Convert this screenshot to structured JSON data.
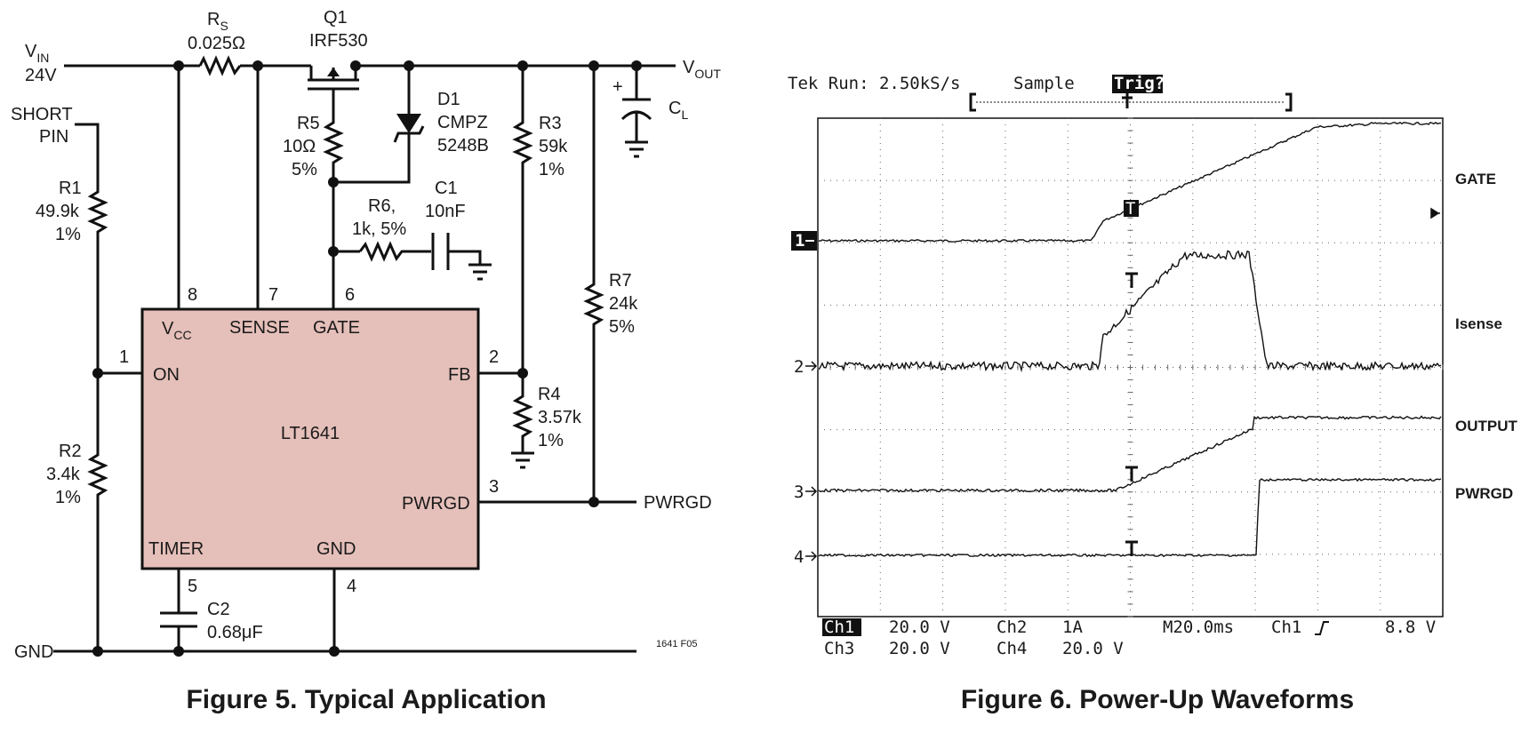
{
  "figure5": {
    "caption": "Figure 5. Typical Application",
    "code": "1641 F05",
    "vin_label": "V",
    "vin_sub": "IN",
    "vin_value": "24V",
    "short_pin_1": "SHORT",
    "short_pin_2": "PIN",
    "rs_label": "R",
    "rs_sub": "S",
    "rs_value": "0.025Ω",
    "q1_label": "Q1",
    "q1_part": "IRF530",
    "vout_label": "V",
    "vout_sub": "OUT",
    "cl_plus": "+",
    "cl_label": "C",
    "cl_sub": "L",
    "d1_label": "D1",
    "d1_part1": "CMPZ",
    "d1_part2": "5248B",
    "r5_label": "R5",
    "r5_value": "10Ω",
    "r5_tol": "5%",
    "r3_label": "R3",
    "r3_value": "59k",
    "r3_tol": "1%",
    "r1_label": "R1",
    "r1_value": "49.9k",
    "r1_tol": "1%",
    "r6_label": "R6,",
    "r6_value": "1k, 5%",
    "c1_label": "C1",
    "c1_value": "10nF",
    "r7_label": "R7",
    "r7_value": "24k",
    "r7_tol": "5%",
    "r2_label": "R2",
    "r2_value": "3.4k",
    "r2_tol": "1%",
    "r4_label": "R4",
    "r4_value": "3.57k",
    "r4_tol": "1%",
    "c2_label": "C2",
    "c2_value": "0.68μF",
    "gnd_label": "GND",
    "pwrgd_out": "PWRGD",
    "ic": {
      "name": "LT1641",
      "vcc": "V",
      "vcc_sub": "CC",
      "sense": "SENSE",
      "gate": "GATE",
      "on": "ON",
      "fb": "FB",
      "pwrgd": "PWRGD",
      "timer": "TIMER",
      "gnd": "GND",
      "pin1": "1",
      "pin2": "2",
      "pin3": "3",
      "pin4": "4",
      "pin5": "5",
      "pin6": "6",
      "pin7": "7",
      "pin8": "8"
    }
  },
  "figure6": {
    "caption": "Figure 6. Power-Up Waveforms",
    "header_run": "Tek Run: 2.50kS/s",
    "header_mode": "Sample",
    "header_trig": "Trig?",
    "marker_1": "1",
    "marker_2": "2",
    "marker_3": "3",
    "marker_4": "4",
    "trig_marker": "T",
    "traces": [
      "GATE",
      "Isense",
      "OUTPUT",
      "PWRGD"
    ],
    "settings": {
      "ch1": "Ch1",
      "ch1_scale": "20.0 V",
      "ch2": "Ch2",
      "ch2_scale": "1A",
      "ch3": "Ch3",
      "ch3_scale": "20.0 V",
      "ch4": "Ch4",
      "ch4_scale": "20.0 V",
      "timebase": "M20.0ms",
      "trig_src": "Ch1",
      "trig_level": "8.8 V"
    }
  }
}
